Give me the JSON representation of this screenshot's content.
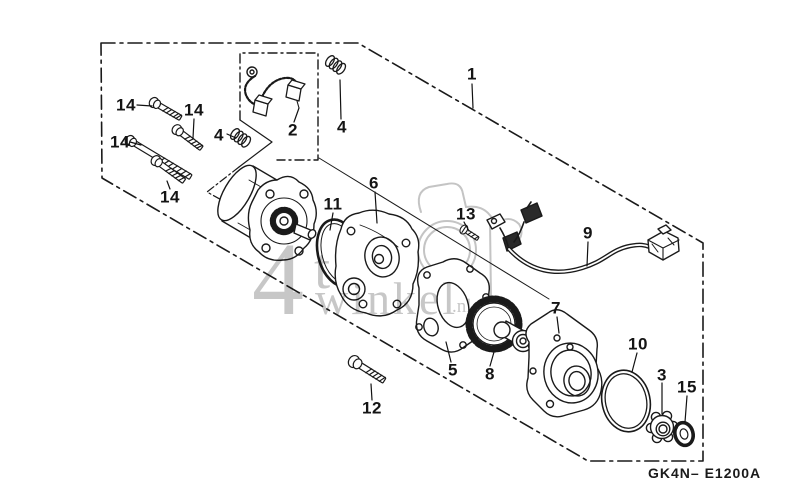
{
  "diagram": {
    "code": "GK4N– E1200A",
    "watermark": {
      "big": "4",
      "small": "t",
      "name": "winkel",
      "tld": ".nl"
    },
    "callouts": {
      "c1": "1",
      "c2": "2",
      "c3": "3",
      "c4": "4",
      "c5": "5",
      "c6": "6",
      "c7": "7",
      "c8": "8",
      "c9": "9",
      "c10": "10",
      "c11": "11",
      "c12": "12",
      "c13": "13",
      "c14": "14",
      "c15": "15"
    }
  }
}
